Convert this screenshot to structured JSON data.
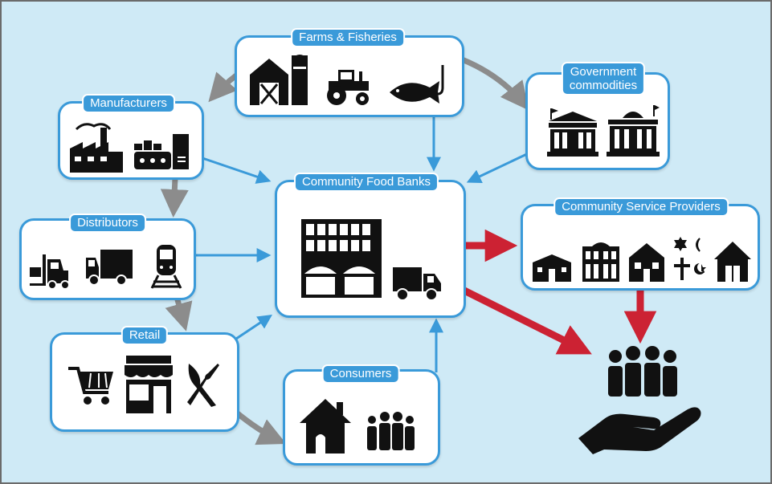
{
  "nodes": {
    "farms": {
      "label": "Farms & Fisheries"
    },
    "manufacturers": {
      "label": "Manufacturers"
    },
    "government": {
      "label_line1": "Government",
      "label_line2": "commodities"
    },
    "food_banks": {
      "label": "Community Food Banks"
    },
    "distributors": {
      "label": "Distributors"
    },
    "service_providers": {
      "label": "Community Service Providers"
    },
    "retail": {
      "label": "Retail"
    },
    "consumers": {
      "label": "Consumers"
    }
  },
  "colors": {
    "background": "#cfeaf6",
    "node_border": "#3a9ad9",
    "label_fill": "#3a9ad9",
    "flow_arrow_blue": "#3a9ad9",
    "flow_arrow_gray": "#8c8c8c",
    "distribution_arrow_red": "#cc2233",
    "icon_fill": "#111111"
  },
  "icons": {
    "farms": [
      "barn-icon",
      "tractor-icon",
      "fish-hook-icon"
    ],
    "manufacturers": [
      "factory-icon",
      "conveyor-machine-icon"
    ],
    "government": [
      "government-building-icon",
      "capitol-building-icon"
    ],
    "distributors": [
      "forklift-icon",
      "truck-icon",
      "train-icon"
    ],
    "food_banks": [
      "warehouse-building-icon",
      "delivery-truck-icon"
    ],
    "service_providers": [
      "church-icon",
      "school-icon",
      "house-icon",
      "religious-symbols-icon",
      "chapel-icon"
    ],
    "retail": [
      "shopping-cart-icon",
      "storefront-icon",
      "fork-knife-icon"
    ],
    "consumers": [
      "home-icon",
      "people-group-icon"
    ],
    "recipients": [
      "people-in-hand-icon"
    ]
  }
}
